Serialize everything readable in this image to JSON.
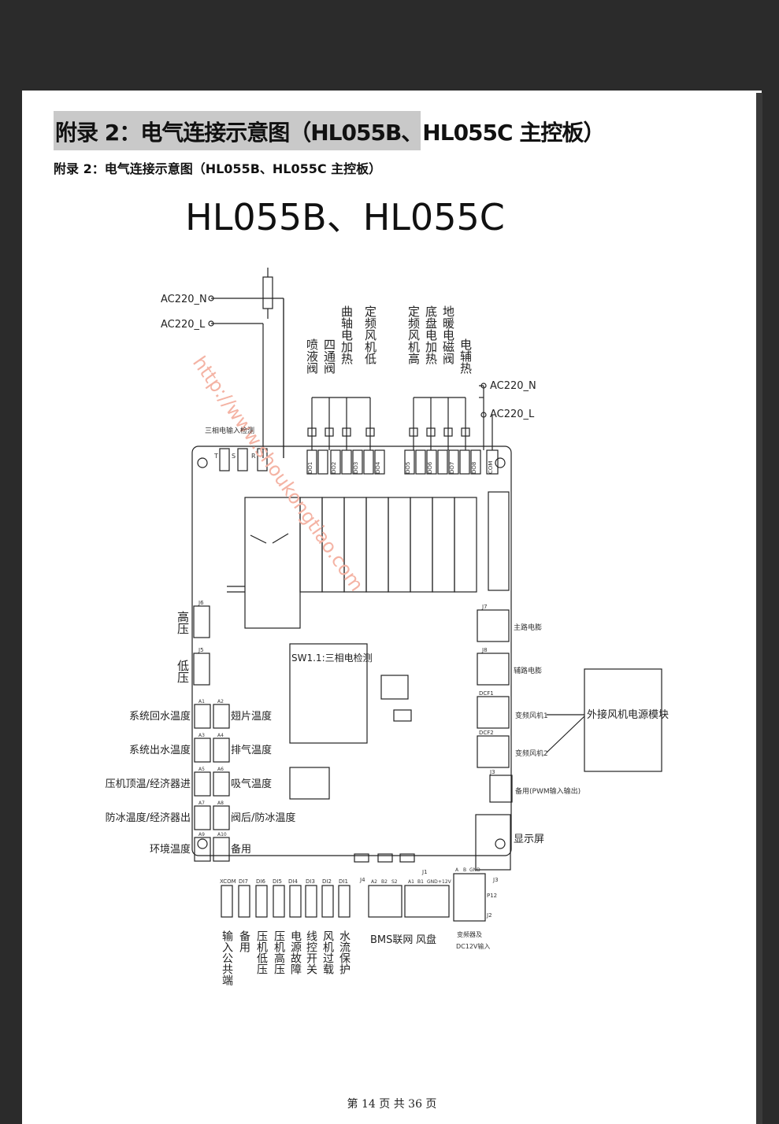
{
  "document": {
    "heading": "附录 2：电气连接示意图（HL055B、HL055C 主控板）",
    "subheading": "附录 2：电气连接示意图（HL055B、HL055C 主控板）",
    "footer": "第 14 页 共 36 页",
    "watermark": "http://www.shoukongtiao.com"
  },
  "diagram": {
    "title": "HL055B、HL055C",
    "power_in": {
      "n": "AC220_N",
      "l": "AC220_L"
    },
    "power_out": {
      "n": "AC220_N",
      "l": "AC220_L"
    },
    "three_phase_input": "三相电输入检测",
    "phase_labels": [
      "T",
      "S",
      "R"
    ],
    "top_outputs": [
      {
        "label": "喷液阀",
        "terminal": "DO1"
      },
      {
        "label": "四通阀",
        "terminal": "DO2"
      },
      {
        "label": "曲轴电加热",
        "terminal": "DO3"
      },
      {
        "label": "定频风机低",
        "terminal": "DO4"
      },
      {
        "label": "定频风机高",
        "terminal": "DO5"
      },
      {
        "label": "底盘电加热",
        "terminal": "DO6"
      },
      {
        "label": "地暖电磁阀",
        "terminal": "DO7"
      },
      {
        "label": "电辅热",
        "terminal": "DO8"
      }
    ],
    "com_terminal": "COM",
    "sw_label": "SW1.1:三相电检测",
    "pressure": {
      "high": "高压",
      "low": "低压",
      "j6": "J6",
      "j5": "J5"
    },
    "left_sensors": [
      "系统回水温度",
      "系统出水温度",
      "压机顶温/经济器进",
      "防冰温度/经济器出",
      "环境温度"
    ],
    "right_sensors": [
      "翅片温度",
      "排气温度",
      "吸气温度",
      "阀后/防冰温度",
      "备用"
    ],
    "sensor_ids_left": [
      "A1",
      "A3",
      "A5",
      "A7",
      "A9"
    ],
    "sensor_ids_right": [
      "A2",
      "A4",
      "A6",
      "A8",
      "A10"
    ],
    "bottom_inputs": [
      {
        "terminal": "XCOM",
        "label": "输入公共端"
      },
      {
        "terminal": "DI7",
        "label": "备用"
      },
      {
        "terminal": "DI6",
        "label": "压机低压"
      },
      {
        "terminal": "DI5",
        "label": "压机高压"
      },
      {
        "terminal": "DI4",
        "label": "电源故障"
      },
      {
        "terminal": "DI3",
        "label": "线控开关"
      },
      {
        "terminal": "DI2",
        "label": "风机过载"
      },
      {
        "terminal": "DI1",
        "label": "水流保护"
      }
    ],
    "right_ports": [
      {
        "id": "J7",
        "label": "主路电膨"
      },
      {
        "id": "J8",
        "label": "辅路电膨"
      },
      {
        "id": "DCF1",
        "label": "变频风机1"
      },
      {
        "id": "DCF2",
        "label": "变频风机2"
      },
      {
        "id": "J3",
        "label": "备用(PWM输入输出)"
      }
    ],
    "display": "显示屏",
    "external_module": "外接风机电源模块",
    "bms": {
      "label": "BMS联网",
      "pins": [
        "A2",
        "B2",
        "S2"
      ],
      "id": "J4"
    },
    "fan": {
      "label": "风盘",
      "pins": [
        "A1",
        "B1",
        "GND",
        "+12V"
      ],
      "id": "J1"
    },
    "inverter": {
      "label_line1": "变频器及",
      "label_line2": "DC12V输入",
      "pins": [
        "A",
        "B",
        "GND"
      ],
      "p12": "P12",
      "j2": "J2",
      "j3": "J3"
    }
  }
}
